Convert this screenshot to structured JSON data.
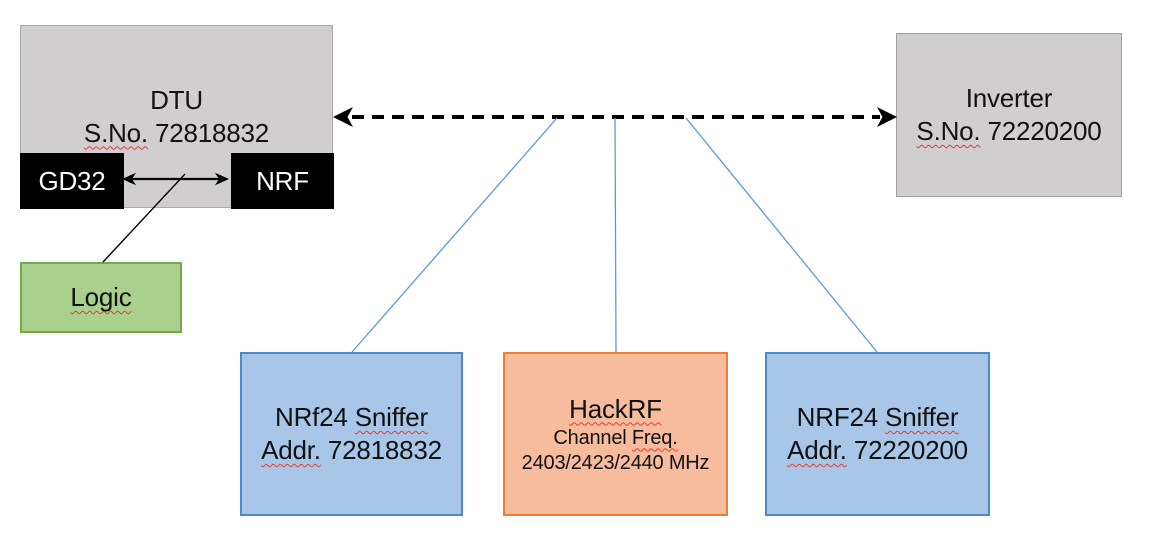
{
  "dtu": {
    "title": "DTU",
    "serial_label": "S.No.",
    "serial_value": "72818832",
    "chip_left": "GD32",
    "chip_right": "NRF"
  },
  "logic": {
    "label": "Logic"
  },
  "inverter": {
    "title": "Inverter",
    "serial_label": "S.No.",
    "serial_value": "72220200"
  },
  "sniffer_left": {
    "name": "NRf24",
    "name2": "Sniffer",
    "addr_label": "Addr.",
    "addr_value": "72818832"
  },
  "hackrf": {
    "title": "HackRF",
    "freq_word1": "Channel",
    "freq_word2": "Freq.",
    "freq_values": "2403/2423/2440 MHz"
  },
  "sniffer_right": {
    "name": "NRF24",
    "name2": "Sniffer",
    "addr_label": "Addr.",
    "addr_value": "72220200"
  },
  "colors": {
    "device_gray_fill": "#d0cece",
    "device_gray_border": "#a9a9a9",
    "chip_black": "#000000",
    "chip_text_white": "#ffffff",
    "logic_green_fill": "#a9d08d",
    "logic_green_border": "#70ad47",
    "sniffer_blue_fill": "#a8c6e8",
    "sniffer_blue_border": "#4f87c7",
    "hackrf_orange_fill": "#f7bb9d",
    "hackrf_orange_border": "#ed7d31",
    "connector_blue": "#5b9bd5",
    "connector_black": "#000000",
    "squiggle_red": "#e43d30"
  }
}
